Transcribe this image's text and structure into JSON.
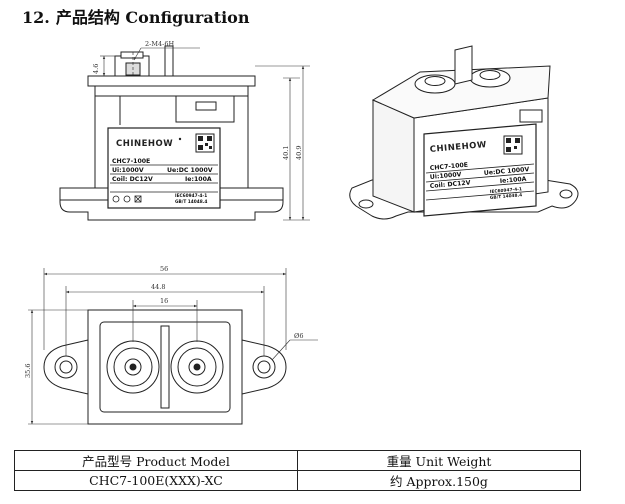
{
  "section": {
    "number": "12.",
    "title": "产品结构 Configuration"
  },
  "front_view": {
    "dims": {
      "bolt_spec": "2-M4-6H",
      "thread_height": "4.6",
      "height_1": "40.1",
      "height_2": "40.9"
    },
    "label": {
      "brand": "CHINEHOW",
      "model": "CHC7-100E",
      "ui": "Ui:1000V",
      "ue": "Ue:DC 1000V",
      "coil": "Coil: DC12V",
      "ie": "Ie:100A",
      "std1": "IEC60947-4-1",
      "std2": "GB/T 14048.4"
    }
  },
  "iso_view": {
    "label": {
      "brand": "CHINEHOW",
      "model": "CHC7-100E",
      "ui": "Ui:1000V",
      "ue": "Ue:DC 1000V",
      "coil": "Coil: DC12V",
      "ie": "Ie:100A",
      "std1": "IEC60947-4-1",
      "std2": "GB/T 14048.4"
    }
  },
  "top_view": {
    "dims": {
      "overall_width": "56",
      "hole_pitch": "44.8",
      "terminal_pitch": "16",
      "depth": "35.6",
      "hole_dia": "Ø6"
    }
  },
  "table": {
    "headers": [
      "产品型号 Product Model",
      "重量 Unit Weight"
    ],
    "row": [
      "CHC7-100E(XXX)-XC",
      "约 Approx.150g"
    ]
  }
}
